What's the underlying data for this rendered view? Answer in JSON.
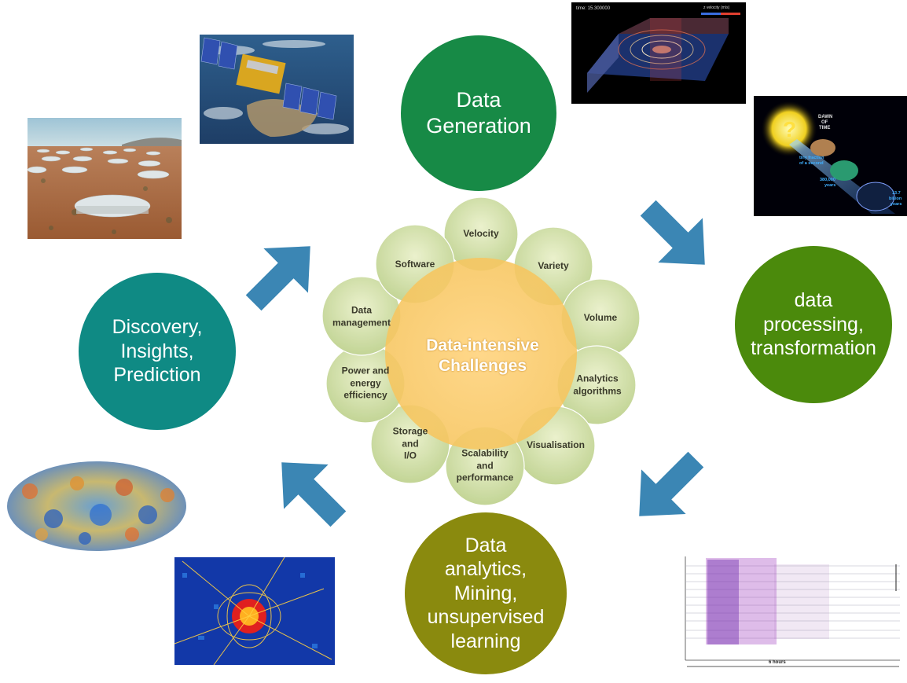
{
  "diagram": {
    "center": {
      "line1": "Data-intensive",
      "line2": "Challenges"
    },
    "petals": {
      "velocity": "Velocity",
      "variety": "Variety",
      "volume": "Volume",
      "analytics_l1": "Analytics",
      "analytics_l2": "algorithms",
      "visualisation": "Visualisation",
      "scalability_l1": "Scalability",
      "scalability_l2": "and",
      "scalability_l3": "performance",
      "storage_l1": "Storage",
      "storage_l2": "and",
      "storage_l3": "I/O",
      "power_l1": "Power and",
      "power_l2": "energy",
      "power_l3": "efficiency",
      "datamgmt_l1": "Data",
      "datamgmt_l2": "management",
      "software": "Software"
    },
    "stages": {
      "generation": {
        "line1": "Data",
        "line2": "Generation",
        "color": "#178a46"
      },
      "processing": {
        "line1": "data",
        "line2": "processing,",
        "line3": "transformation",
        "color": "#4b8a0c"
      },
      "analytics": {
        "line1": "Data",
        "line2": "analytics,",
        "line3": "Mining,",
        "line4": "unsupervised",
        "line5": "learning",
        "color": "#8a8a0e"
      },
      "discovery": {
        "line1": "Discovery,",
        "line2": "Insights,",
        "line3": "Prediction",
        "color": "#0f8a84"
      }
    },
    "arrow_color": "#3b86b4",
    "figure_text": {
      "sim_time": "time: 15.300000",
      "sim_legend": "z velocity (m/s)",
      "dawn_l1": "DAWN",
      "dawn_l2": "OF",
      "dawn_l3": "TIME",
      "tiny_l1": "tiny fraction",
      "tiny_l2": "of a second",
      "k380_l1": "380,000",
      "k380_l2": "years",
      "b137_l1": "13.7",
      "b137_l2": "billion",
      "b137_l3": "years",
      "seismo_hours": "6 hours"
    }
  }
}
